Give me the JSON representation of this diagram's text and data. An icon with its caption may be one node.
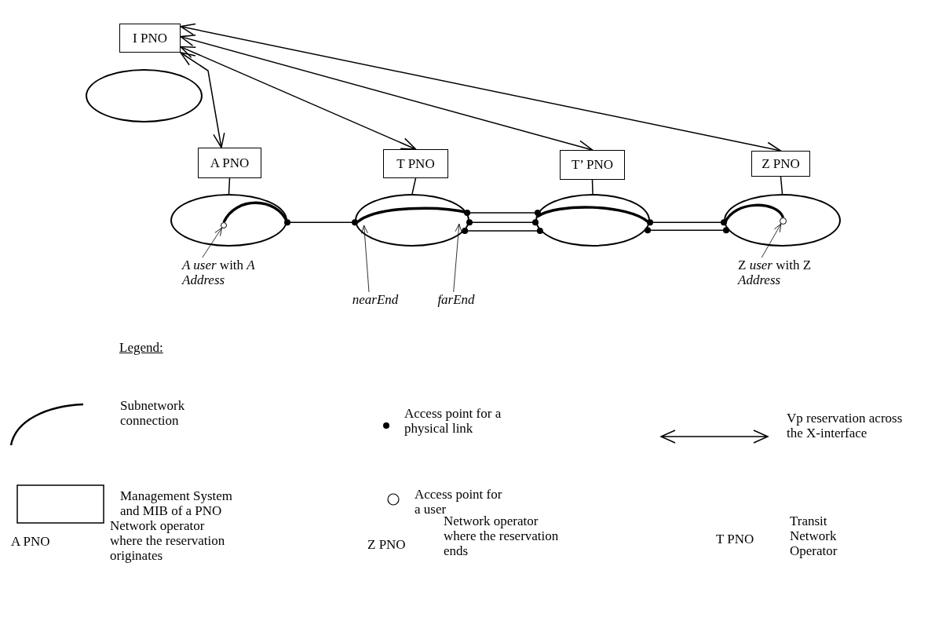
{
  "diagram": {
    "nodes": [
      {
        "text": [
          "I PNO"
        ]
      },
      {
        "text": [],
        "shape": "ellipse"
      },
      {
        "text": [
          "A PNO"
        ]
      },
      {
        "text": [
          "T PNO"
        ]
      },
      {
        "text": [
          "T’ PNO"
        ]
      },
      {
        "text": [
          "Z PNO"
        ]
      },
      {
        "text": [],
        "shape": "ellipse"
      },
      {
        "text": [],
        "shape": "ellipse"
      },
      {
        "text": [],
        "shape": "ellipse"
      },
      {
        "text": [],
        "shape": "ellipse"
      },
      {
        "text": [
          "*A user* with *A Address*"
        ]
      },
      {
        "text": [],
        "shape": "circle",
        "in": 6
      },
      {
        "text": [
          "nearEnd"
        ]
      },
      {
        "text": [
          "farEnd"
        ]
      },
      {
        "text": [
          "Z *user* with Z *Address*"
        ]
      },
      {
        "text": [],
        "shape": "circle",
        "in": 9
      }
    ],
    "edges": [
      {
        "from": 0,
        "to": 2,
        "arrow": "both"
      },
      {
        "from": 0,
        "to": 3,
        "arrow": "both"
      },
      {
        "from": 0,
        "to": 4,
        "arrow": "both"
      },
      {
        "from": 0,
        "to": 5,
        "arrow": "both"
      },
      {
        "from": 2,
        "to": 6,
        "arrow": "none"
      },
      {
        "from": 3,
        "to": 7,
        "arrow": "none"
      },
      {
        "from": 4,
        "to": 8,
        "arrow": "none"
      },
      {
        "from": 5,
        "to": 9,
        "arrow": "none"
      },
      {
        "from": 6,
        "to": 7,
        "arrow": "other"
      },
      {
        "from": 7,
        "to": 8,
        "arrow": "other"
      },
      {
        "from": 7,
        "to": 8,
        "arrow": "other"
      },
      {
        "from": 7,
        "to": 8,
        "arrow": "other"
      },
      {
        "from": 8,
        "to": 9,
        "arrow": "other"
      },
      {
        "from": 8,
        "to": 9,
        "arrow": "other"
      },
      {
        "from": 10,
        "to": 11,
        "arrow": "to"
      },
      {
        "from": 12,
        "to": 7,
        "arrow": "to"
      },
      {
        "from": 13,
        "to": 7,
        "arrow": "to"
      },
      {
        "from": 14,
        "to": 15,
        "arrow": "to"
      },
      {
        "from": 6,
        "to": 11,
        "arrow": "none",
        "style": "thick"
      },
      {
        "from": 9,
        "to": 15,
        "arrow": "none",
        "style": "thick"
      }
    ],
    "labels": [
      "Legend:",
      "A PNO",
      "Network operator where the reservation originates",
      "Z PNO",
      "Network operator where the reservation ends",
      "T PNO",
      "Transit Network Operator"
    ],
    "legend": [
      {
        "text": "Subnetwork connection"
      },
      {
        "text": "Access point for a physical link"
      },
      {
        "text": "Vp reservation across the X-interface"
      },
      {
        "text": "Management System and MIB of a PNO"
      },
      {
        "text": "Access point for a user"
      }
    ]
  }
}
